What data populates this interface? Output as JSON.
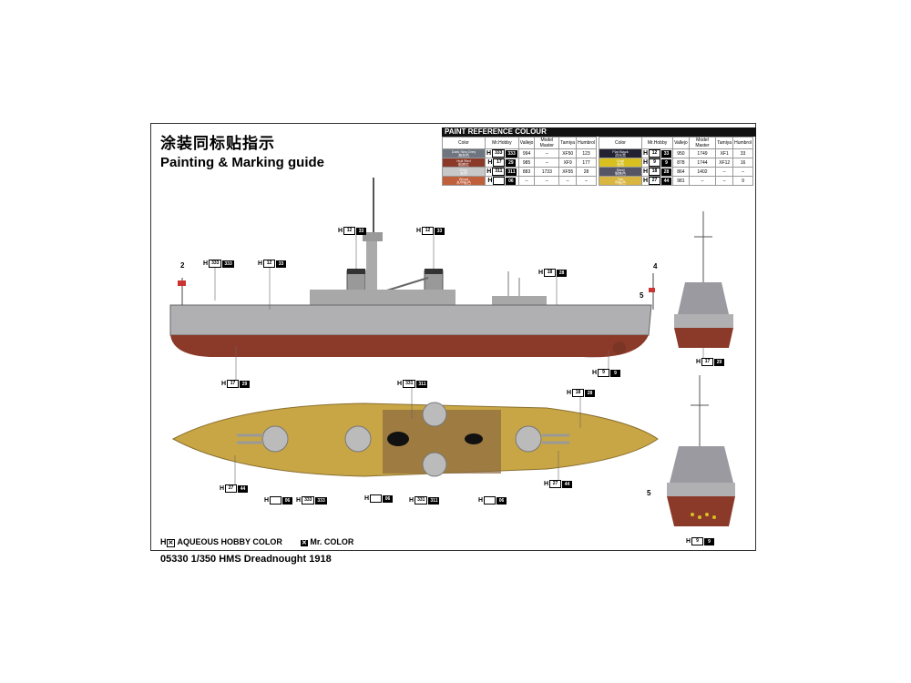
{
  "title_cn": "涂装同标贴指示",
  "title_en": "Painting & Marking guide",
  "paint_table": {
    "title": "PAINT REFERENCE COLOUR",
    "headers": [
      "Color",
      "Mr.Hobby",
      "Vallejo",
      "Model Master",
      "Tamiya",
      "Humbrol"
    ],
    "left_rows": [
      {
        "name": "Dark Sea Grey",
        "cn": "海灰色",
        "color": "#6f7580",
        "h1": "333",
        "h2": "333",
        "vallejo": "994",
        "mm": "–",
        "tamiya": "XF50",
        "humbrol": "123"
      },
      {
        "name": "Hull Red",
        "cn": "船底红",
        "color": "#8b3a2a",
        "h1": "17",
        "h2": "29",
        "vallejo": "985",
        "mm": "–",
        "tamiya": "XF9",
        "humbrol": "177"
      },
      {
        "name": "Grey",
        "cn": "灰色",
        "color": "#c8c8c8",
        "h1": "311",
        "h2": "311",
        "vallejo": "883",
        "mm": "1733",
        "tamiya": "XF55",
        "humbrol": "28"
      },
      {
        "name": "Wood",
        "cn": "木甲板色",
        "color": "#c0603a",
        "h1": "",
        "h2": "06",
        "vallejo": "–",
        "mm": "–",
        "tamiya": "–",
        "humbrol": "–"
      }
    ],
    "right_rows": [
      {
        "name": "Flat Black",
        "cn": "消光黑",
        "color": "#222233",
        "h1": "12",
        "h2": "33",
        "vallejo": "950",
        "mm": "1749",
        "tamiya": "XF1",
        "humbrol": "33"
      },
      {
        "name": "Gold",
        "cn": "金色",
        "color": "#d8c020",
        "h1": "9",
        "h2": "9",
        "vallejo": "878",
        "mm": "1744",
        "tamiya": "XF12",
        "humbrol": "16"
      },
      {
        "name": "Steel",
        "cn": "钢铁色",
        "color": "#555566",
        "h1": "18",
        "h2": "28",
        "vallejo": "864",
        "mm": "1402",
        "tamiya": "–",
        "humbrol": "–"
      },
      {
        "name": "Tan",
        "cn": "甲板色",
        "color": "#d9b640",
        "h1": "27",
        "h2": "44",
        "vallejo": "981",
        "mm": "–",
        "tamiya": "–",
        "humbrol": "9"
      }
    ]
  },
  "callouts": {
    "side_flag": {
      "a": "333",
      "b": "333"
    },
    "side_fwd": {
      "a": "12",
      "b": "33"
    },
    "funnel1": {
      "a": "12",
      "b": "33"
    },
    "funnel2": {
      "a": "12",
      "b": "33"
    },
    "side_aft": {
      "a": "18",
      "b": "28"
    },
    "hull": {
      "a": "17",
      "b": "29"
    },
    "prop": {
      "a": "9",
      "b": "9"
    },
    "top_mid": {
      "a": "331",
      "b": "311"
    },
    "top_right": {
      "a": "18",
      "b": "28"
    },
    "top_l44": {
      "a": "27",
      "b": "44"
    },
    "top_r44": {
      "a": "27",
      "b": "44"
    },
    "top_06a": {
      "a": "",
      "b": "06"
    },
    "top_333": {
      "a": "333",
      "b": "333"
    },
    "top_06b": {
      "a": "",
      "b": "06"
    },
    "top_311": {
      "a": "331",
      "b": "311"
    },
    "top_06c": {
      "a": "",
      "b": "06"
    },
    "front_hull": {
      "a": "17",
      "b": "29"
    },
    "stern_gold": {
      "a": "9",
      "b": "9"
    }
  },
  "numbers": {
    "n2": "2",
    "n4": "4",
    "n5a": "5",
    "n5b": "5"
  },
  "legend": {
    "h_prefix": "H",
    "aqueous": "AQUEOUS HOBBY COLOR",
    "mr": "Mr. COLOR"
  },
  "footer": "05330  1/350  HMS Dreadnought 1918"
}
